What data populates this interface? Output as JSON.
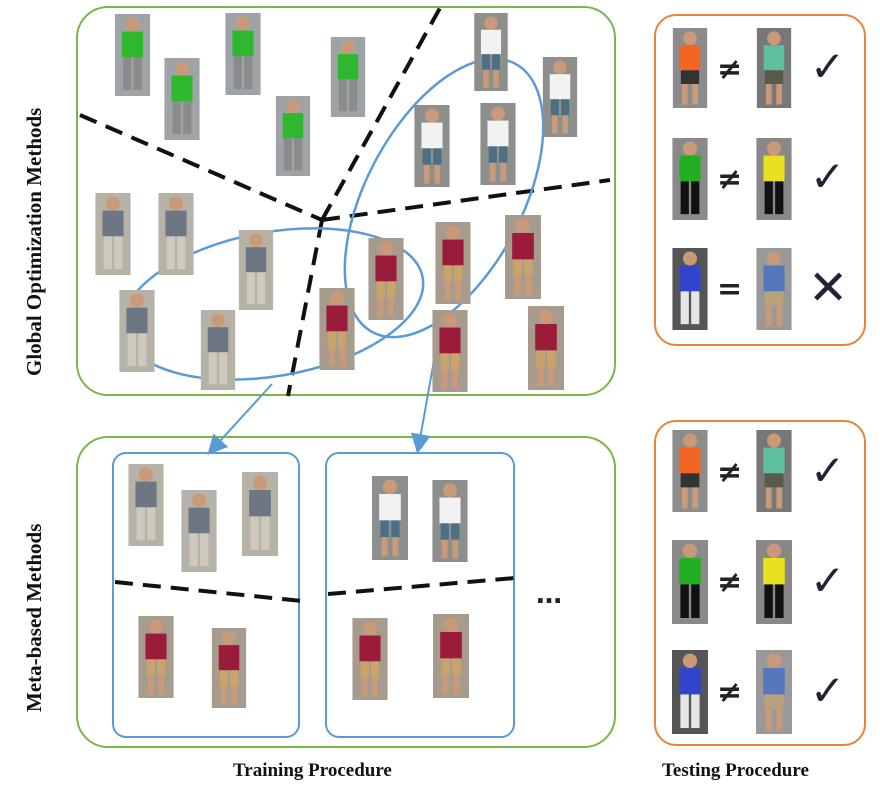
{
  "labels": {
    "global": "Global Optimization Methods",
    "meta": "Meta-based Methods",
    "training": "Training Procedure",
    "testing": "Testing Procedure"
  },
  "symbols": {
    "not_equal": "≠",
    "equal": "=",
    "check": "✓",
    "cross": "✕",
    "ellipsis": "…"
  },
  "test_pairs": [
    {
      "left_shirt": "#f26522",
      "right_shirt": "#5fbf9f",
      "relation": "not_equal",
      "verdict": "check"
    },
    {
      "left_shirt": "#22b022",
      "right_shirt": "#e8e020",
      "relation": "not_equal",
      "verdict": "check"
    },
    {
      "left_shirt": "#3344cc",
      "right_shirt": "#5577bb",
      "relation": "equal",
      "verdict": "cross"
    }
  ],
  "meta_test_pairs": [
    {
      "left_shirt": "#f26522",
      "right_shirt": "#5fbf9f",
      "relation": "not_equal",
      "verdict": "check"
    },
    {
      "left_shirt": "#22b022",
      "right_shirt": "#e8e020",
      "relation": "not_equal",
      "verdict": "check"
    },
    {
      "left_shirt": "#3344cc",
      "right_shirt": "#5577bb",
      "relation": "not_equal",
      "verdict": "check"
    }
  ],
  "colors": {
    "green_border": "#7ab648",
    "orange_border": "#e8833a",
    "blue_border": "#5b9bd5",
    "green_shirt": "#2eb82e",
    "gray_shirt": "#8a8f96",
    "white_shirt": "#f2f2f2",
    "maroon_shirt": "#9b1b3a"
  }
}
